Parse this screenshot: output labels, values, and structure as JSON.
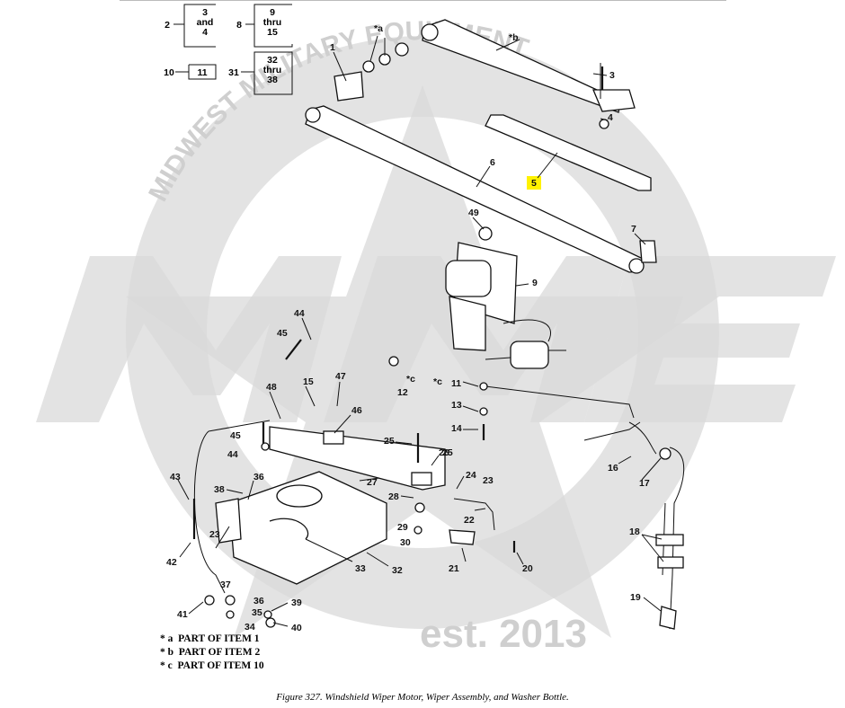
{
  "key_boxes": [
    {
      "left": "2",
      "right": "3\nand\n4"
    },
    {
      "left": "8",
      "right": "9\nthru\n15"
    },
    {
      "left": "10",
      "right": "11"
    },
    {
      "left": "31",
      "right": "32\nthru\n38"
    }
  ],
  "callouts": [
    "*a",
    "*b",
    "1",
    "3",
    "4",
    "5",
    "6",
    "7",
    "49",
    "9",
    "44",
    "45",
    "*c",
    "12",
    "*c",
    "11",
    "13",
    "14",
    "15",
    "47",
    "48",
    "46",
    "25",
    "26",
    "45",
    "44",
    "43",
    "38",
    "36",
    "23",
    "42",
    "41",
    "36",
    "35",
    "34",
    "39",
    "40",
    "37",
    "33",
    "32",
    "27",
    "28",
    "25",
    "24",
    "23",
    "29",
    "30",
    "22",
    "21",
    "20",
    "16",
    "17",
    "18",
    "19"
  ],
  "highlight_color": "#fff200",
  "watermark": {
    "arc_text": "MIDWEST MILITARY EQUIPMENT",
    "logo": "MME",
    "est": "est. 2013"
  },
  "legend": [
    {
      "mark": "* a",
      "text": "PART OF ITEM 1"
    },
    {
      "mark": "* b",
      "text": "PART OF ITEM 2"
    },
    {
      "mark": "* c",
      "text": "PART OF ITEM 10"
    }
  ],
  "caption": "Figure 327.  Windshield Wiper Motor, Wiper Assembly, and Washer Bottle."
}
